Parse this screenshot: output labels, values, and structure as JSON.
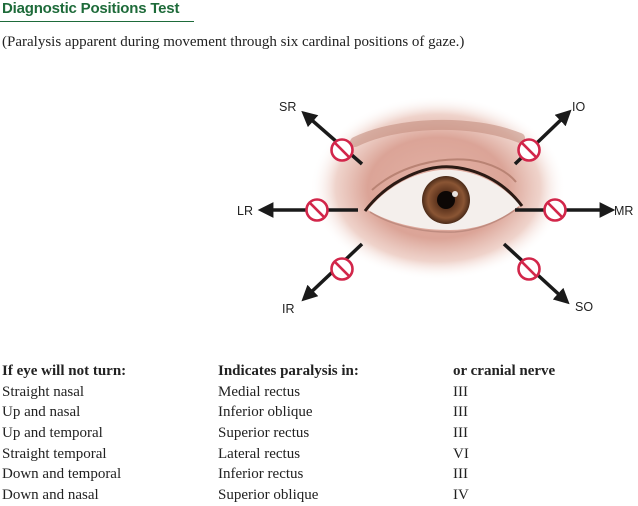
{
  "header": {
    "title": "Diagnostic Positions Test",
    "subtitle": "(Paralysis apparent during movement through six cardinal positions of gaze.)"
  },
  "diagram": {
    "labels": {
      "sr": "SR",
      "io": "IO",
      "lr": "LR",
      "mr": "MR",
      "ir": "IR",
      "so": "SO"
    },
    "colors": {
      "arrow": "#1a1a1a",
      "prohibit": "#d2264a",
      "iris": "#7a4a2c"
    }
  },
  "table": {
    "headers": [
      "If eye will not turn:",
      "Indicates paralysis in:",
      "or cranial nerve"
    ],
    "rows": [
      [
        "Straight nasal",
        "Medial rectus",
        "III"
      ],
      [
        "Up and nasal",
        "Inferior oblique",
        "III"
      ],
      [
        "Up and temporal",
        "Superior rectus",
        "III"
      ],
      [
        "Straight temporal",
        "Lateral rectus",
        "VI"
      ],
      [
        "Down and temporal",
        "Inferior rectus",
        "III"
      ],
      [
        "Down and nasal",
        "Superior oblique",
        "IV"
      ]
    ]
  }
}
